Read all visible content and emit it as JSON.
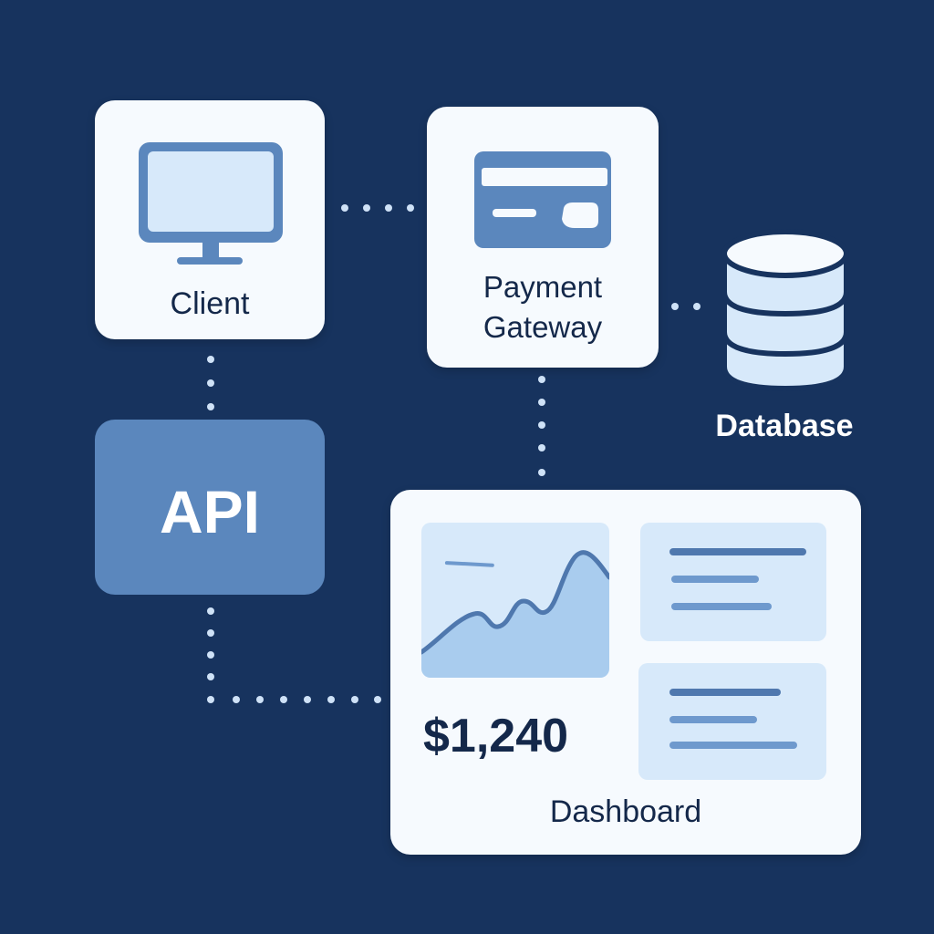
{
  "nodes": {
    "client": {
      "label": "Client",
      "icon": "monitor-icon"
    },
    "gateway": {
      "label": "Payment\nGateway",
      "icon": "credit-card-icon"
    },
    "api": {
      "label": "API"
    },
    "database": {
      "label": "Database",
      "icon": "database-icon"
    },
    "dashboard": {
      "label": "Dashboard",
      "amount": "$1,240",
      "icon": "area-chart-icon"
    }
  },
  "colors": {
    "background": "#17335e",
    "card": "#f6fafe",
    "accent": "#5b87bd",
    "panel": "#d7e9fa",
    "connector": "#cfe2f7"
  }
}
